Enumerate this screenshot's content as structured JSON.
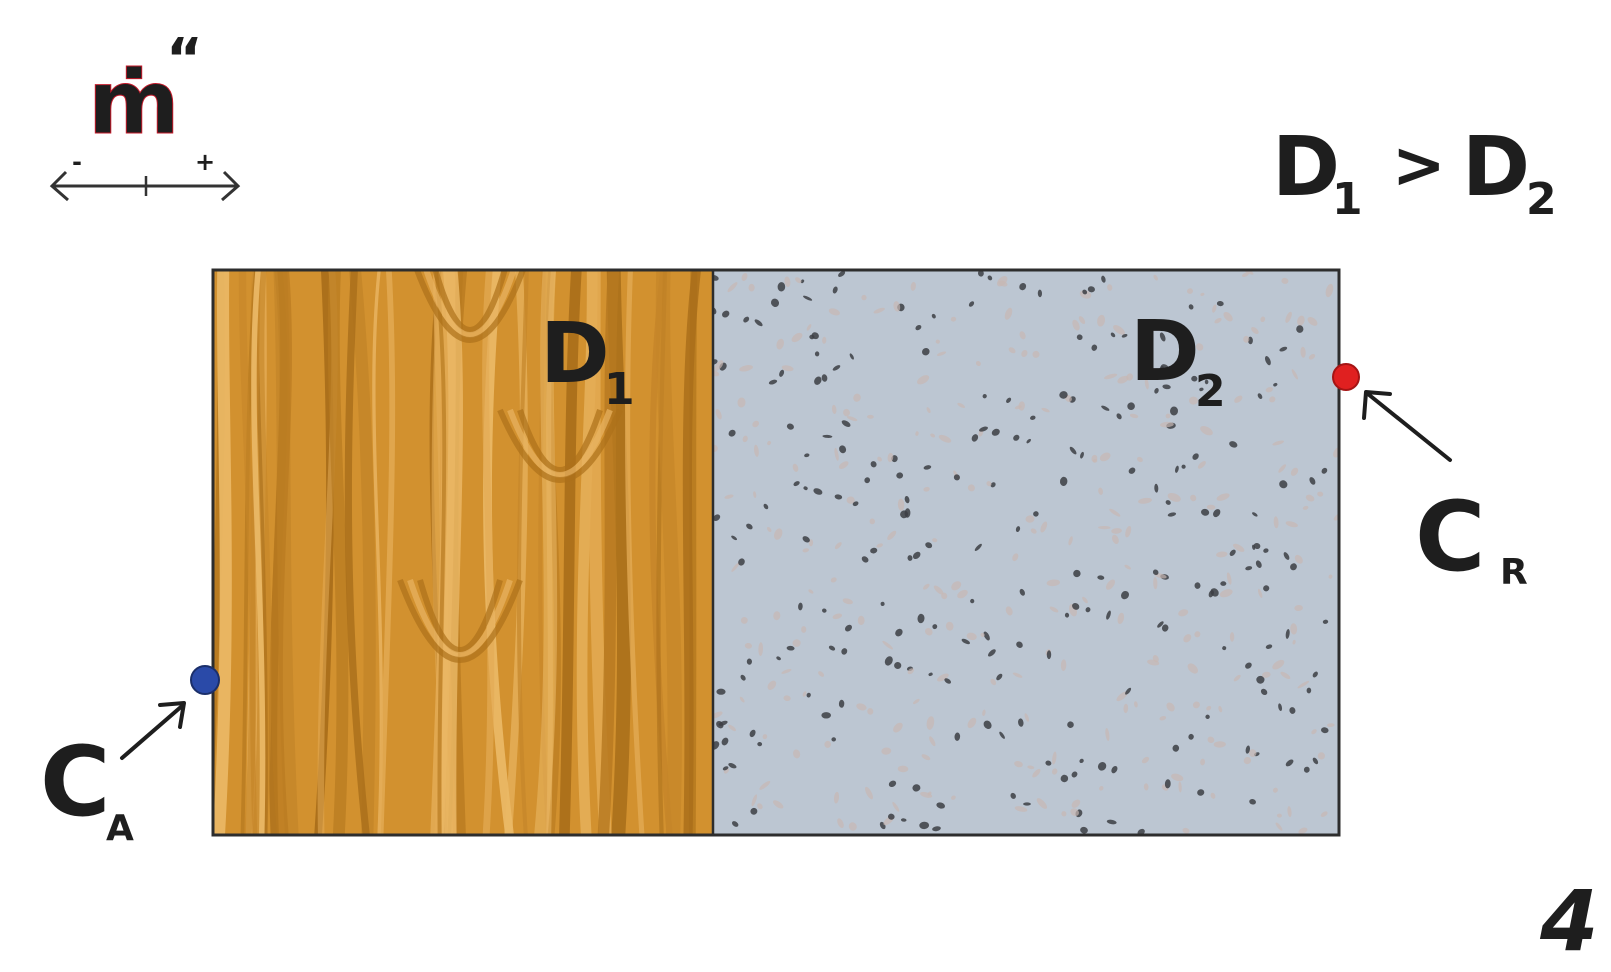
{
  "logo": {
    "letter": "ṁ",
    "quote": "“",
    "minus": "-",
    "plus": "+",
    "color": "#d11a2a"
  },
  "condition": {
    "left_main": "D",
    "left_sub": "1",
    "operator": ">",
    "right_main": "D",
    "right_sub": "2"
  },
  "layers": [
    {
      "main": "D",
      "sub": "1",
      "material": "wood",
      "fill": "#d2912f"
    },
    {
      "main": "D",
      "sub": "2",
      "material": "concrete",
      "fill": "#bcc6d2"
    }
  ],
  "concentrations": [
    {
      "main": "C",
      "sub": "A",
      "dot_color": "#2a4aa8",
      "side": "left"
    },
    {
      "main": "C",
      "sub": "R",
      "dot_color": "#e02020",
      "side": "right"
    }
  ],
  "page_number": "4"
}
